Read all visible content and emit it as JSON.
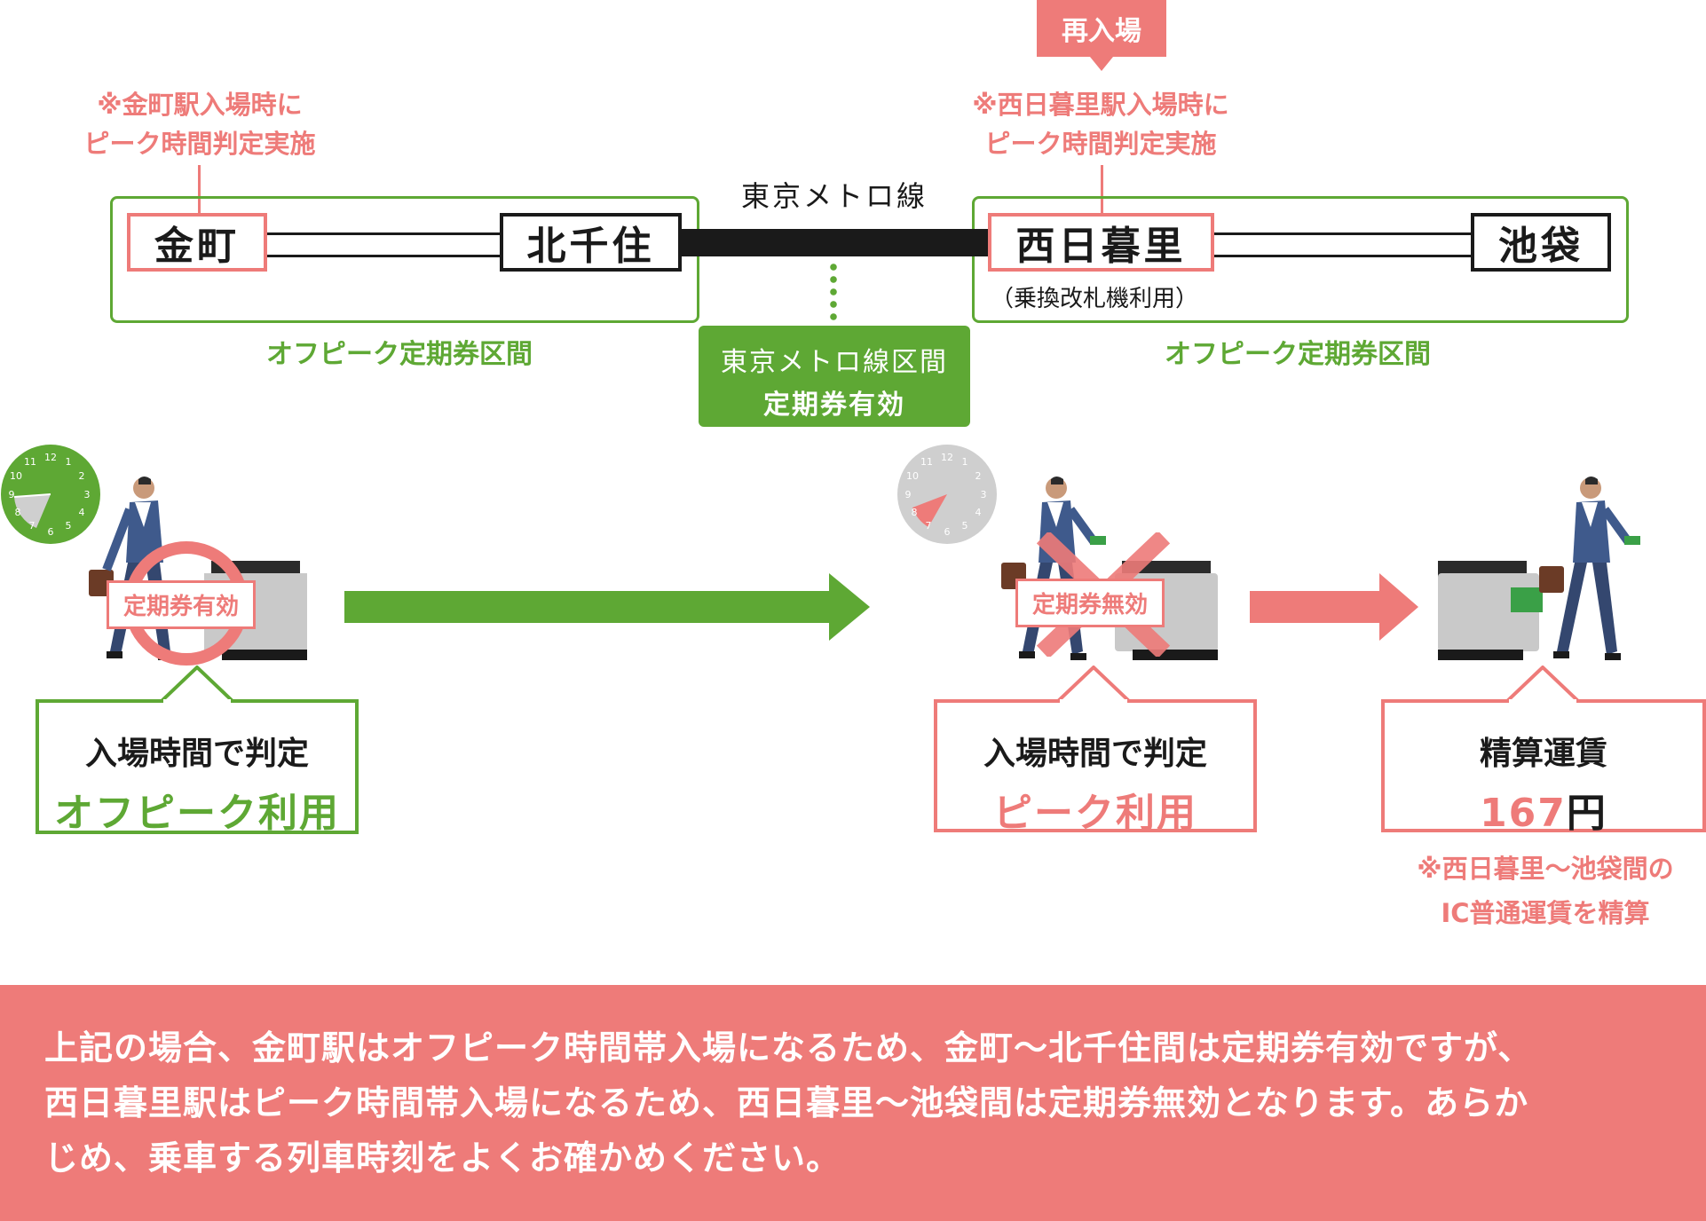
{
  "left_note": [
    "※金町駅入場時に",
    "ピーク時間判定実施"
  ],
  "right_note": [
    "※西日暮里駅入場時に",
    "ピーク時間判定実施"
  ],
  "reentry_tag": "再入場",
  "metro_line_label": "東京メトロ線",
  "stations": {
    "kanamachi": "金町",
    "kitasenju": "北千住",
    "nishinippori": "西日暮里",
    "ikebukuro": "池袋"
  },
  "transfer_note": "（乗換改札機利用）",
  "offpeak_section_label": "オフピーク定期券区間",
  "metro_section": [
    "東京メトロ線区間",
    "定期券有効"
  ],
  "pass_valid_label": "定期券有効",
  "pass_invalid_label": "定期券無効",
  "boxes": {
    "left": {
      "line1": "入場時間で判定",
      "line2": "オフピーク利用"
    },
    "middle": {
      "line1": "入場時間で判定",
      "line2": "ピーク利用"
    },
    "right": {
      "line1": "精算運賃",
      "fare_value": "167",
      "fare_unit": "円"
    }
  },
  "fare_note": [
    "※西日暮里～池袋間の",
    "IC普通運賃を精算"
  ],
  "explanation": [
    "上記の場合、金町駅はオフピーク時間帯入場になるため、金町～北千住間は定期券有効ですが、",
    "西日暮里駅はピーク時間帯入場になるため、西日暮里～池袋間は定期券無効となります。あらか",
    "じめ、乗車する列車時刻をよくお確かめください。"
  ],
  "clock_numbers": [
    "12",
    "1",
    "2",
    "3",
    "4",
    "5",
    "6",
    "7",
    "8",
    "9",
    "10",
    "11"
  ],
  "colors": {
    "pink": "#ee7b79",
    "green": "#5ea834",
    "metro_line": "#1a1a1a",
    "clock_grey": "#cfcfcf"
  }
}
